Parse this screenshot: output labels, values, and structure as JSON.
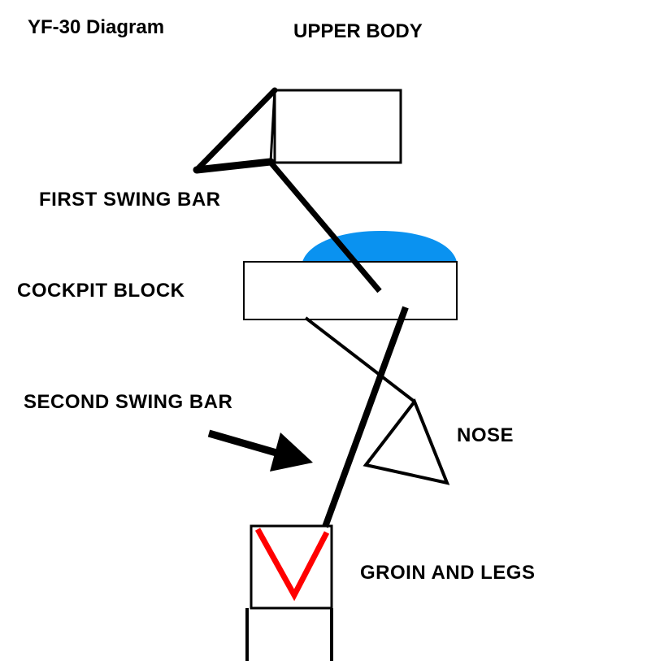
{
  "title": "YF-30 Diagram",
  "labels": {
    "upper_body": "UPPER BODY",
    "first_swing_bar": "FIRST SWING BAR",
    "cockpit_block": "COCKPIT BLOCK",
    "second_swing_bar": "SECOND SWING BAR",
    "nose": "NOSE",
    "groin_and_legs": "GROIN AND LEGS"
  },
  "colors": {
    "background": "#ffffff",
    "outline": "#000000",
    "canopy": "#0a92f0",
    "groin_v": "#ff0000"
  }
}
